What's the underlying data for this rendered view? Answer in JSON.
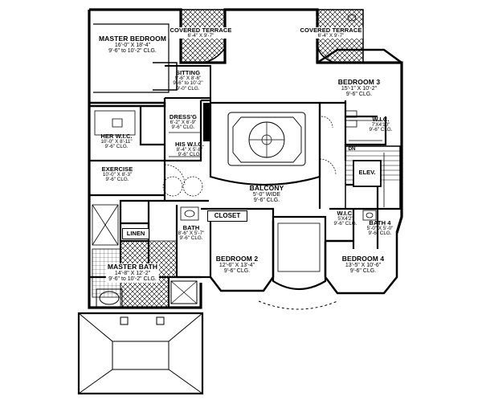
{
  "rooms": {
    "master_bedroom": {
      "name": "MASTER BEDROOM",
      "dims": "16'-0\" X 18'-4\"",
      "clg": "9'-6\" to 10'-2\" CLG."
    },
    "covered_terrace_left": {
      "name": "COVERED TERRACE",
      "dims": "6'-4\" X 9'-7\""
    },
    "covered_terrace_right": {
      "name": "COVERED TERRACE",
      "dims": "6'-4\" X 9'-7\""
    },
    "sitting": {
      "name": "SITTING",
      "dims": "9'-6\" X 8'-6\"",
      "clg": "9'-6\" to 10'-2\"",
      "clg2": "9'-0\" CLG."
    },
    "bedroom3": {
      "name": "BEDROOM 3",
      "dims": "15'-1\" X 10'-2\"",
      "clg": "9'-6\" CLG."
    },
    "dressing": {
      "name": "DRESS'G",
      "dims": "6'-2\" X 6'-9\"",
      "clg": "9'-6\" CLG."
    },
    "her_wic": {
      "name": "HER W.I.C.",
      "dims": "10'-0\" X 8'-11\"",
      "clg": "9'-6\" CLG."
    },
    "his_wic": {
      "name": "HIS W.I.C.",
      "dims": "8'-4\" X 5'-8\"",
      "clg": "9'-6\" CLG."
    },
    "wic_bed3": {
      "name": "W.I.C.",
      "dims": "7'X4'10\"",
      "clg": "9'-6\" CLG."
    },
    "exercise": {
      "name": "EXERCISE",
      "dims": "10'-0\" X 8'-3\"",
      "clg": "9'-6\" CLG."
    },
    "balcony": {
      "name": "BALCONY",
      "dims": "5'-0\" WIDE",
      "clg": "9'-6\" CLG."
    },
    "closet": {
      "name": "CLOSET"
    },
    "elev": {
      "name": "ELEV."
    },
    "linen": {
      "name": "LINEN"
    },
    "bath": {
      "name": "BATH",
      "dims": "8'-6\" X 5'-7\"",
      "clg": "9'-6\" CLG."
    },
    "wic_bath4": {
      "name": "W.I.C.",
      "dims": "5'X4'2\"",
      "clg": "9'-6\" CLG."
    },
    "bath4": {
      "name": "BATH 4",
      "dims": "5'-0\" X 5'-0\"",
      "clg": "9'-6\" CLG."
    },
    "master_bath": {
      "name": "MASTER BATH",
      "dims": "14'-8\" X 12'-2\"",
      "clg": "9'-6\" to 10'-2\" CLG."
    },
    "bedroom2": {
      "name": "BEDROOM 2",
      "dims": "12'-6\" X 13'-4\"",
      "clg": "9'-6\" CLG."
    },
    "bedroom4": {
      "name": "BEDROOM 4",
      "dims": "13'-5\" X 10'-6\"",
      "clg": "9'-6\" CLG."
    }
  },
  "stair_mark": "DN"
}
